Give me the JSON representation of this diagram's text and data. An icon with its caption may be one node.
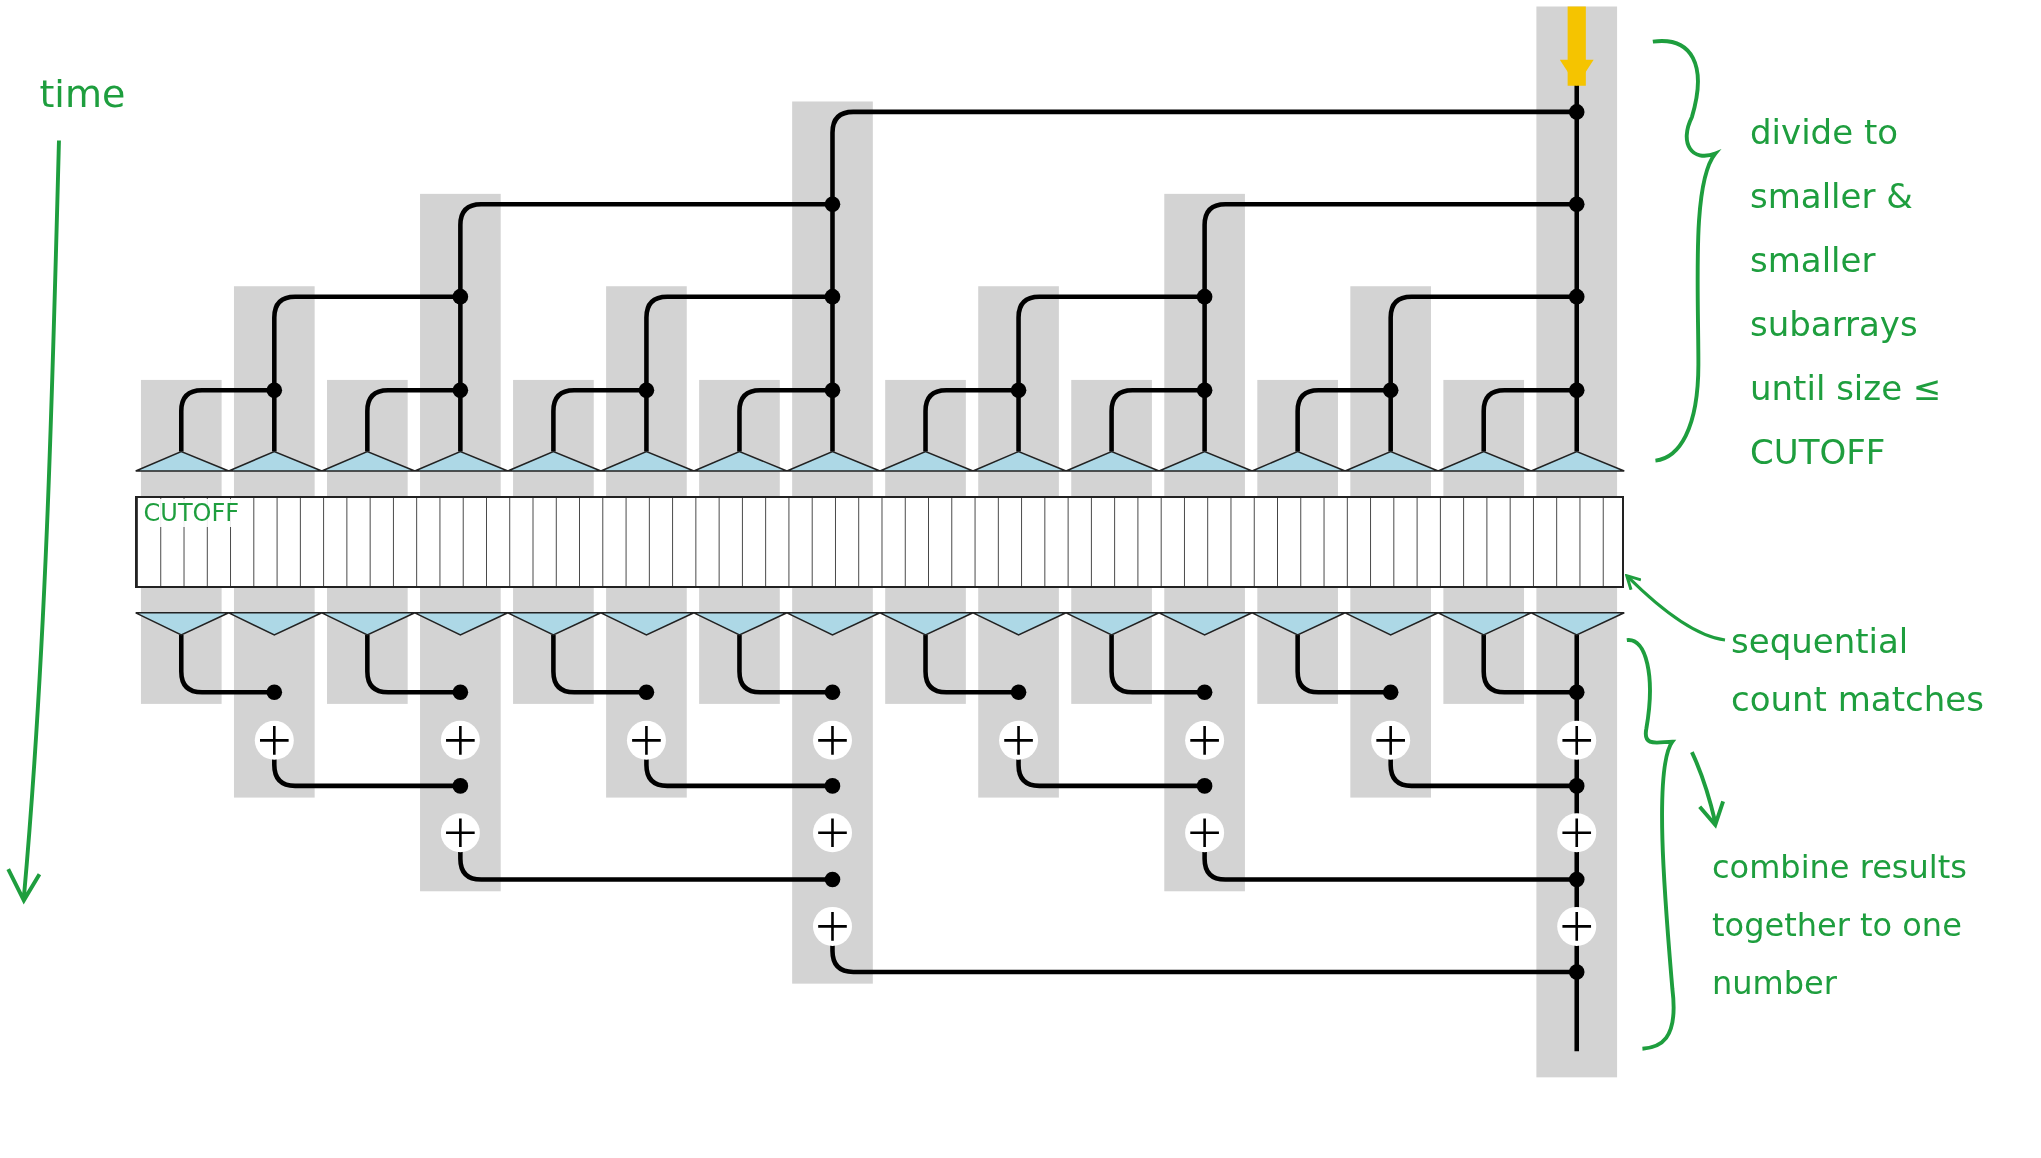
{
  "diagram": {
    "nodes": [
      {
        "text": [
          "divide to smaller & smaller subarrays until size ≤ CUTOFF"
        ]
      },
      {
        "text": [
          "sequential count matches"
        ]
      },
      {
        "text": [],
        "shape": "bar"
      },
      {
        "text": [
          "combine results together to one number"
        ]
      }
    ],
    "edges": [
      {
        "from": 1,
        "to": 2,
        "arrow": "to"
      }
    ],
    "labels": [
      "time",
      "CUTOFF"
    ]
  }
}
